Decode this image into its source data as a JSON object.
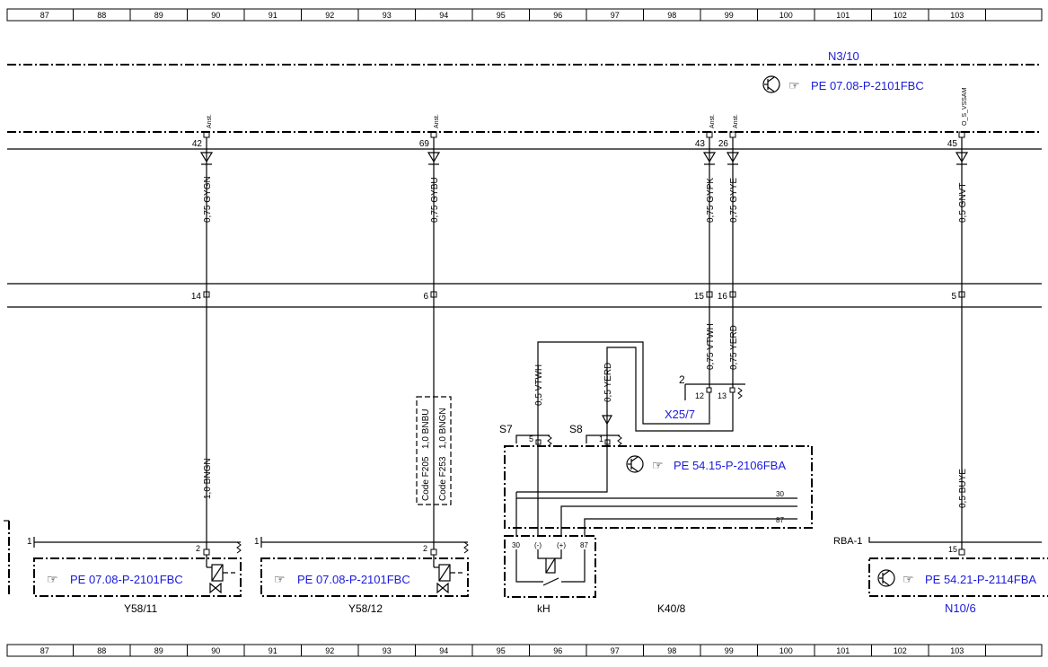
{
  "grid_numbers": [
    "87",
    "88",
    "89",
    "90",
    "91",
    "92",
    "93",
    "94",
    "95",
    "96",
    "97",
    "98",
    "99",
    "100",
    "101",
    "102",
    "103"
  ],
  "top_module": {
    "name": "N3/10",
    "ref": "PE 07.08-P-2101FBC"
  },
  "pins": [
    {
      "pin": "42",
      "signal": "Anst.",
      "wire": "0,75 GYGN",
      "conn": "14"
    },
    {
      "pin": "69",
      "signal": "Anst.",
      "wire": "0,75 GYBU",
      "conn": "6"
    },
    {
      "pin": "43",
      "signal": "Anst.",
      "wire": "0,75 GYPK",
      "conn": "15"
    },
    {
      "pin": "26",
      "signal": "Anst.",
      "wire": "0,75 GYYE",
      "conn": "16"
    },
    {
      "pin": "45",
      "signal": "O_S_VSSAM",
      "wire": "0,5 GNVT",
      "conn": "5"
    }
  ],
  "lower_wires": {
    "w1": "1,0 BNGN",
    "w_vt": "0,75 VTWH",
    "w_ye": "0,75 YERD",
    "w_vt_small": "0,5 VTWH",
    "w_ye_small": "0,5 YERD",
    "w5": "0,5 BUYE",
    "code1_wire": "1,0 BNBU",
    "code1_label": "Code F205",
    "code2_wire": "1,0 BNGN",
    "code2_label": "Code F253"
  },
  "x25": {
    "name": "X25/7",
    "pin_a": "12",
    "pin_b": "13",
    "num": "2"
  },
  "k40": {
    "name": "K40/8",
    "sub": "kH",
    "ref": "PE 54.15-P-2106FBA",
    "s7": "S7",
    "s8": "S8",
    "s7_pin": "5",
    "s8_pin": "1",
    "t30": "30",
    "t87": "87",
    "relay_pins": [
      "30",
      "(-)",
      "(+)",
      "87"
    ]
  },
  "y58_11": {
    "name": "Y58/11",
    "ref": "PE 07.08-P-2101FBC",
    "pin1": "1",
    "pin2": "2"
  },
  "y58_12": {
    "name": "Y58/12",
    "ref": "PE 07.08-P-2101FBC",
    "pin1": "1",
    "pin2": "2"
  },
  "n10": {
    "name": "N10/6",
    "ref": "PE 54.21-P-2114FBA",
    "rba": "RBA-1",
    "pin": "15"
  },
  "colors": {
    "link": "#1a1adc",
    "line": "#000000"
  }
}
